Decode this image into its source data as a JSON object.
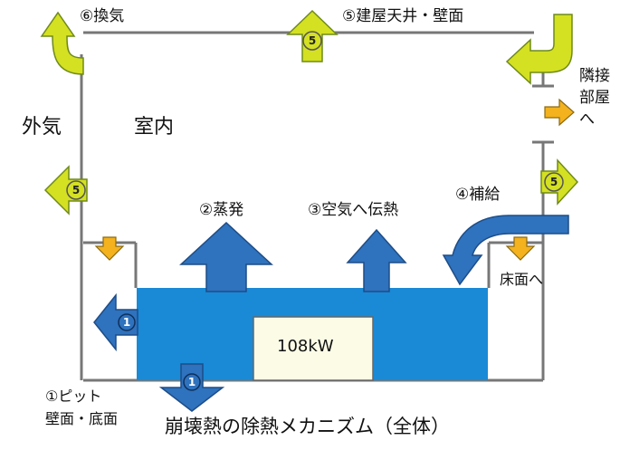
{
  "labels": {
    "ventilation": "⑥換気",
    "building": "⑤建屋天井・壁面",
    "neighbor_line1": "隣接",
    "neighbor_line2": "部屋",
    "neighbor_line3": "へ",
    "outside": "外気",
    "inside": "室内",
    "evaporation": "②蒸発",
    "air_transfer": "③空気へ伝熱",
    "makeup": "④補給",
    "floor": "床面へ",
    "pit_line1": "①ピット",
    "pit_line2": "壁面・底面",
    "heat_value": "108kW"
  },
  "badges": {
    "five": "5",
    "one": "1"
  },
  "caption": "崩壊熱の除熱メカニズム（全体）",
  "colors": {
    "water": "#1a8ad6",
    "blue_arrow": "#2f72bd",
    "green_arrow": "#d4e022",
    "green_stroke": "#6f8a1a",
    "orange_arrow": "#f3b21e",
    "heat_box": "#fbfbe6",
    "wall": "#777777"
  }
}
